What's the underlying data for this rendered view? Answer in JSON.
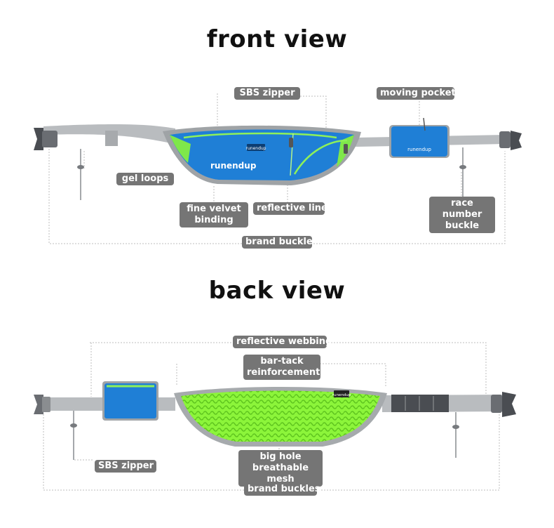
{
  "titles": {
    "front": "front view",
    "back": "back view"
  },
  "front_labels": {
    "sbs_zipper": "SBS zipper",
    "moving_pocket": "moving pocket",
    "gel_loops": "gel loops",
    "fine_velvet_binding": "fine velvet binding",
    "reflective_lines": "reflective lines",
    "race_number_buckle": "race number buckle",
    "brand_buckle": "brand buckle"
  },
  "back_labels": {
    "reflective_webbing": "reflective webbing",
    "bar_tack_reinforcement": "bar-tack reinforcement",
    "sbs_zipper": "SBS zipper",
    "big_hole_breathable_mesh": "big hole breathable mesh",
    "brand_buckles": "brand buckles"
  },
  "logo_text": "runendup",
  "colors": {
    "pack_blue": "#1f7fd6",
    "pack_green": "#7fe84a",
    "mesh_green": "#8cf53a",
    "webbing_grey": "#b9bcbf",
    "buckle_dark": "#4a4d52",
    "label_grey": "#757575"
  }
}
